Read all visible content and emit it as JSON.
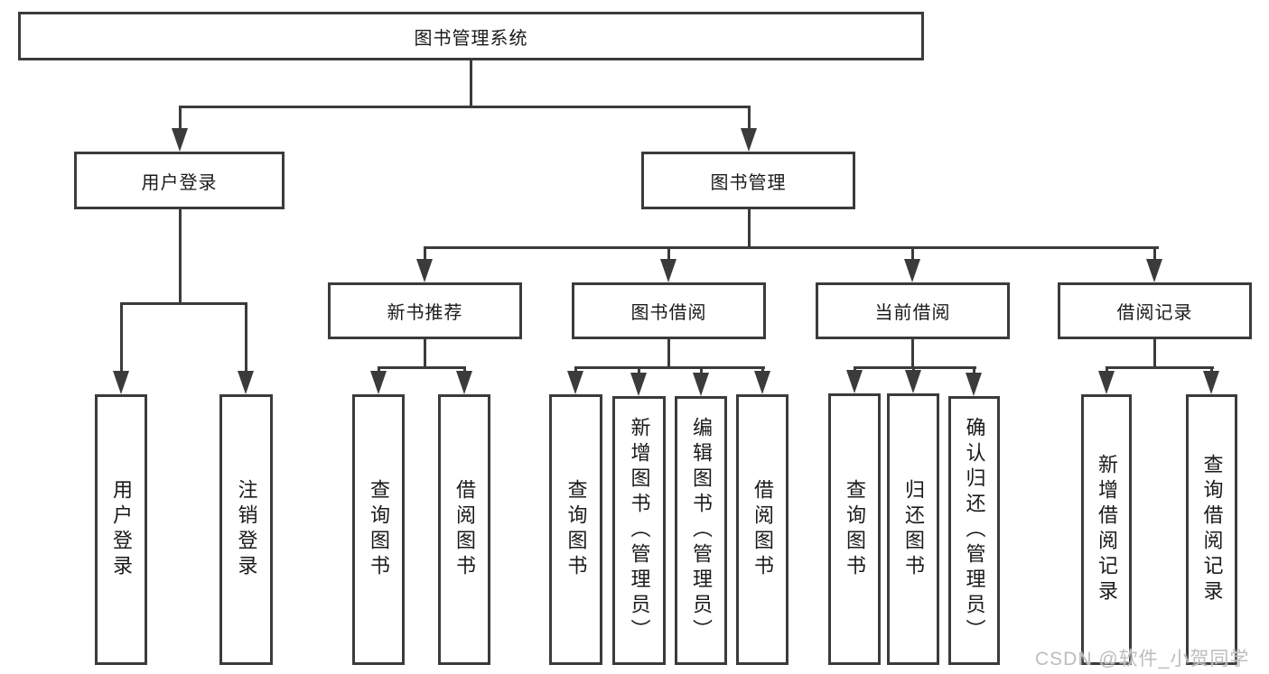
{
  "diagram": {
    "title": "图书管理系统",
    "root": {
      "label": "图书管理系统"
    },
    "level2": [
      {
        "label": "用户登录"
      },
      {
        "label": "图书管理"
      }
    ],
    "level3": [
      {
        "label": "新书推荐"
      },
      {
        "label": "图书借阅"
      },
      {
        "label": "当前借阅"
      },
      {
        "label": "借阅记录"
      }
    ],
    "leaves": {
      "user_login": [
        "用户登录",
        "注销登录"
      ],
      "new_book": [
        "查询图书",
        "借阅图书"
      ],
      "borrow": [
        "查询图书",
        "新增图书（管理员）",
        "编辑图书（管理员）",
        "借阅图书"
      ],
      "current": [
        "查询图书",
        "归还图书",
        "确认归还（管理员）"
      ],
      "records": [
        "新增借阅记录",
        "查询借阅记录"
      ]
    }
  },
  "watermark": "CSDN @软件_小贺同学",
  "colors": {
    "line": "#3b3b3b",
    "text": "#1a1a1a",
    "box_background": "#ffffff",
    "watermark": "#bdbdbd",
    "background": "#ffffff"
  }
}
